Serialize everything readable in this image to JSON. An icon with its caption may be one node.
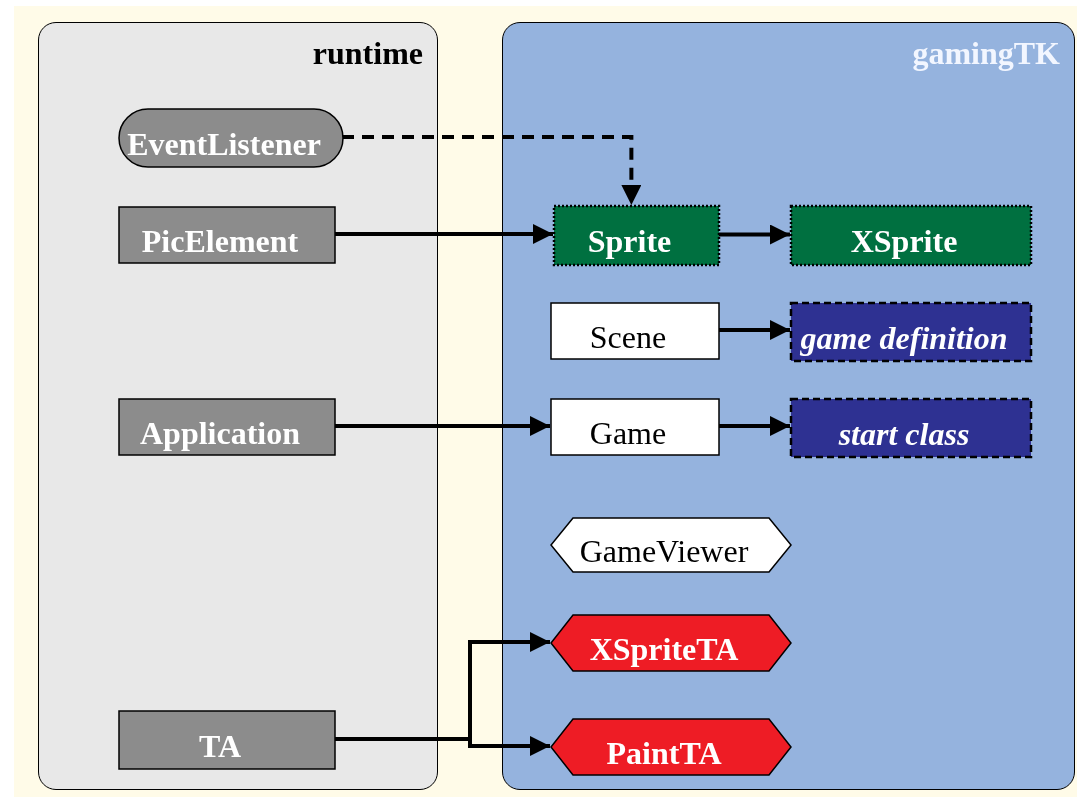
{
  "diagram": {
    "nodes": [
      {
        "text": [
          "runtime"
        ]
      },
      {
        "text": [
          "gamingTK"
        ]
      },
      {
        "text": [
          "EventListener"
        ],
        "in": 0
      },
      {
        "text": [
          "PicElement"
        ],
        "in": 0
      },
      {
        "text": [
          "Application"
        ],
        "in": 0
      },
      {
        "text": [
          "TA"
        ],
        "in": 0
      },
      {
        "text": [
          "Sprite"
        ],
        "in": 1
      },
      {
        "text": [
          "XSprite"
        ],
        "in": 1
      },
      {
        "text": [
          "Scene"
        ],
        "in": 1
      },
      {
        "text": [
          "game definition"
        ],
        "in": 1
      },
      {
        "text": [
          "Game"
        ],
        "in": 1
      },
      {
        "text": [
          "start class"
        ],
        "in": 1
      },
      {
        "text": [
          "GameViewer"
        ],
        "in": 1
      },
      {
        "text": [
          "XSpriteTA"
        ],
        "in": 1
      },
      {
        "text": [
          "PaintTA"
        ],
        "in": 1
      }
    ],
    "edges": [
      {
        "from": 2,
        "to": 6,
        "arrow": "to",
        "style": "dashed"
      },
      {
        "from": 3,
        "to": 6,
        "arrow": "to"
      },
      {
        "from": 6,
        "to": 7,
        "arrow": "to"
      },
      {
        "from": 8,
        "to": 9,
        "arrow": "to"
      },
      {
        "from": 4,
        "to": 10,
        "arrow": "to"
      },
      {
        "from": 10,
        "to": 11,
        "arrow": "to"
      },
      {
        "from": 5,
        "to": 13,
        "arrow": "to"
      },
      {
        "from": 5,
        "to": 14,
        "arrow": "to"
      }
    ]
  }
}
